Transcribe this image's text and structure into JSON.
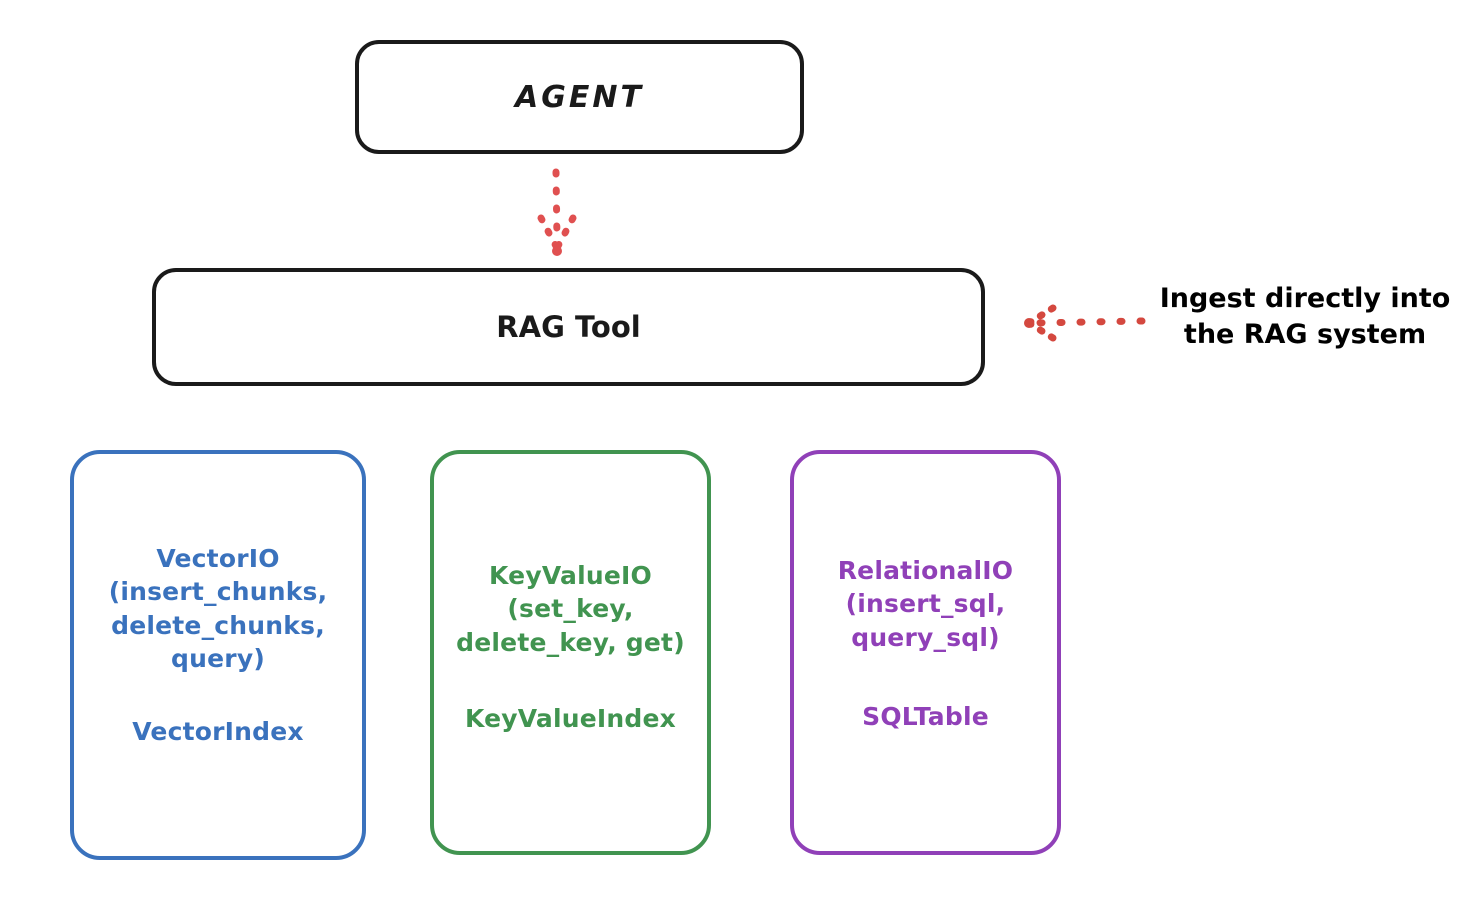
{
  "diagram": {
    "title_node": {
      "label": "AGENT"
    },
    "tool_node": {
      "label": "RAG Tool"
    },
    "stores": [
      {
        "name": "vector-io",
        "color": "#3a72bd",
        "api": "VectorIO\n(insert_chunks,\ndelete_chunks,\nquery)",
        "index": "VectorIndex"
      },
      {
        "name": "key-value-io",
        "color": "#419450",
        "api": "KeyValueIO\n(set_key,\ndelete_key, get)",
        "index": "KeyValueIndex"
      },
      {
        "name": "relational-io",
        "color": "#9040b8",
        "api": "RelationalIO\n(insert_sql,\nquery_sql)",
        "index": "SQLTable"
      }
    ],
    "annotation": {
      "text": "Ingest directly into\nthe RAG system",
      "color": "#cc3b36"
    },
    "arrows": {
      "agent_to_tool_color": "#e05050",
      "ingest_arrow_color": "#d4483f"
    }
  }
}
